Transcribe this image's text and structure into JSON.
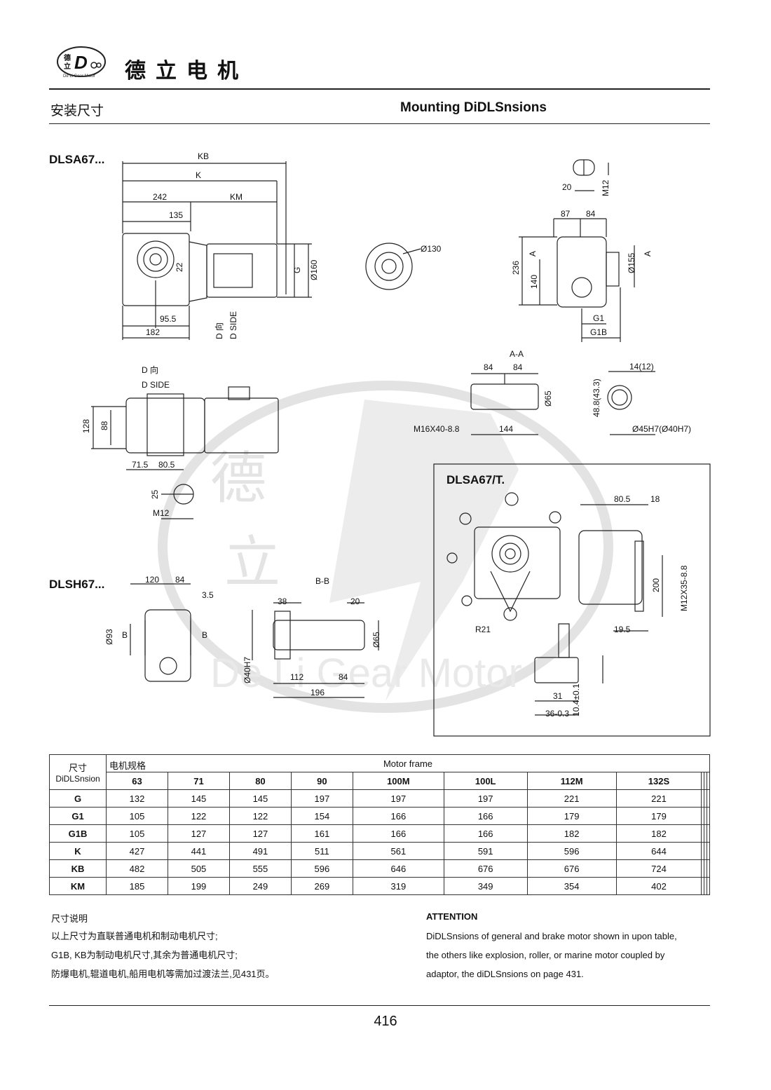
{
  "header": {
    "logo_text": "德立",
    "logo_ring_text": "De Li Gear Motor",
    "company": "德立电机",
    "section_cn": "安装尺寸",
    "section_en": "Mounting DiDLSnsions"
  },
  "watermark": {
    "text": "De Li Gear Motor",
    "chars": [
      "德",
      "立"
    ]
  },
  "drawings": {
    "model_a": "DLSA67...",
    "model_h": "DLSH67...",
    "model_t": "DLSA67/T.",
    "labels": {
      "kb": "KB",
      "k": "K",
      "d242": "242",
      "km": "KM",
      "d135": "135",
      "d22": "22",
      "g": "G",
      "d160": "Ø160",
      "d95": "95.5",
      "d182": "182",
      "d_dir": "D 向",
      "d_side": "D SIDE",
      "d130": "Ø130",
      "d20": "20",
      "m12": "M12",
      "d87": "87",
      "d84": "84",
      "a_mark": "A",
      "d236": "236",
      "d140": "140",
      "d155": "Ø155",
      "g1": "G1",
      "g1b": "G1B",
      "aa": "A-A",
      "d65": "Ø65",
      "m16": "M16X40-8.8",
      "d144": "144",
      "d14": "14(12)",
      "d488": "48.8(43.3)",
      "d45": "Ø45H7(Ø40H7)",
      "d_dir2": "D 向",
      "d_side2": "D SIDE",
      "d128": "128",
      "d88": "88",
      "d715": "71.5",
      "d805": "80.5",
      "d25": "25",
      "m12b": "M12",
      "d120": "120",
      "d35": "3.5",
      "d93": "Ø93",
      "b_mark": "B",
      "bb": "B-B",
      "d38": "38",
      "d20b": "20",
      "d40h7": "Ø40H7",
      "d112": "112",
      "d84b": "84",
      "d196": "196",
      "d65b": "Ø65",
      "d805b": "80.5",
      "d18": "18",
      "d200": "200",
      "m12x35": "M12X35-8.8",
      "r21": "R21",
      "d195": "19.5",
      "d31": "31",
      "d36": "36-0.3",
      "d104": "10.4±0.1"
    }
  },
  "table": {
    "col0_cn": "尺寸",
    "col0_en": "DiDLSnsion",
    "frame_cn": "电机规格",
    "frame_en": "Motor frame",
    "frames": [
      "63",
      "71",
      "80",
      "90",
      "100M",
      "100L",
      "112M",
      "132S",
      "",
      "",
      ""
    ],
    "rows": [
      {
        "name": "G",
        "values": [
          "132",
          "145",
          "145",
          "197",
          "197",
          "197",
          "221",
          "221",
          "",
          "",
          ""
        ]
      },
      {
        "name": "G1",
        "values": [
          "105",
          "122",
          "122",
          "154",
          "166",
          "166",
          "179",
          "179",
          "",
          "",
          ""
        ]
      },
      {
        "name": "G1B",
        "values": [
          "105",
          "127",
          "127",
          "161",
          "166",
          "166",
          "182",
          "182",
          "",
          "",
          ""
        ]
      },
      {
        "name": "K",
        "values": [
          "427",
          "441",
          "491",
          "511",
          "561",
          "591",
          "596",
          "644",
          "",
          "",
          ""
        ]
      },
      {
        "name": "KB",
        "values": [
          "482",
          "505",
          "555",
          "596",
          "646",
          "676",
          "676",
          "724",
          "",
          "",
          ""
        ]
      },
      {
        "name": "KM",
        "values": [
          "185",
          "199",
          "249",
          "269",
          "319",
          "349",
          "354",
          "402",
          "",
          "",
          ""
        ]
      }
    ]
  },
  "notes": {
    "cn_title": "尺寸说明",
    "cn_lines": [
      "以上尺寸为直联普通电机和制动电机尺寸;",
      "G1B, KB为制动电机尺寸,其余为普通电机尺寸;",
      "防爆电机,辊道电机,船用电机等需加过渡法兰,见431页。"
    ],
    "en_title": "ATTENTION",
    "en_lines": [
      "DiDLSnsions of general and brake motor shown in upon table,",
      "the others like explosion, roller, or marine motor coupled by",
      "adaptor, the diDLSnsions on page 431."
    ]
  },
  "page_number": "416"
}
